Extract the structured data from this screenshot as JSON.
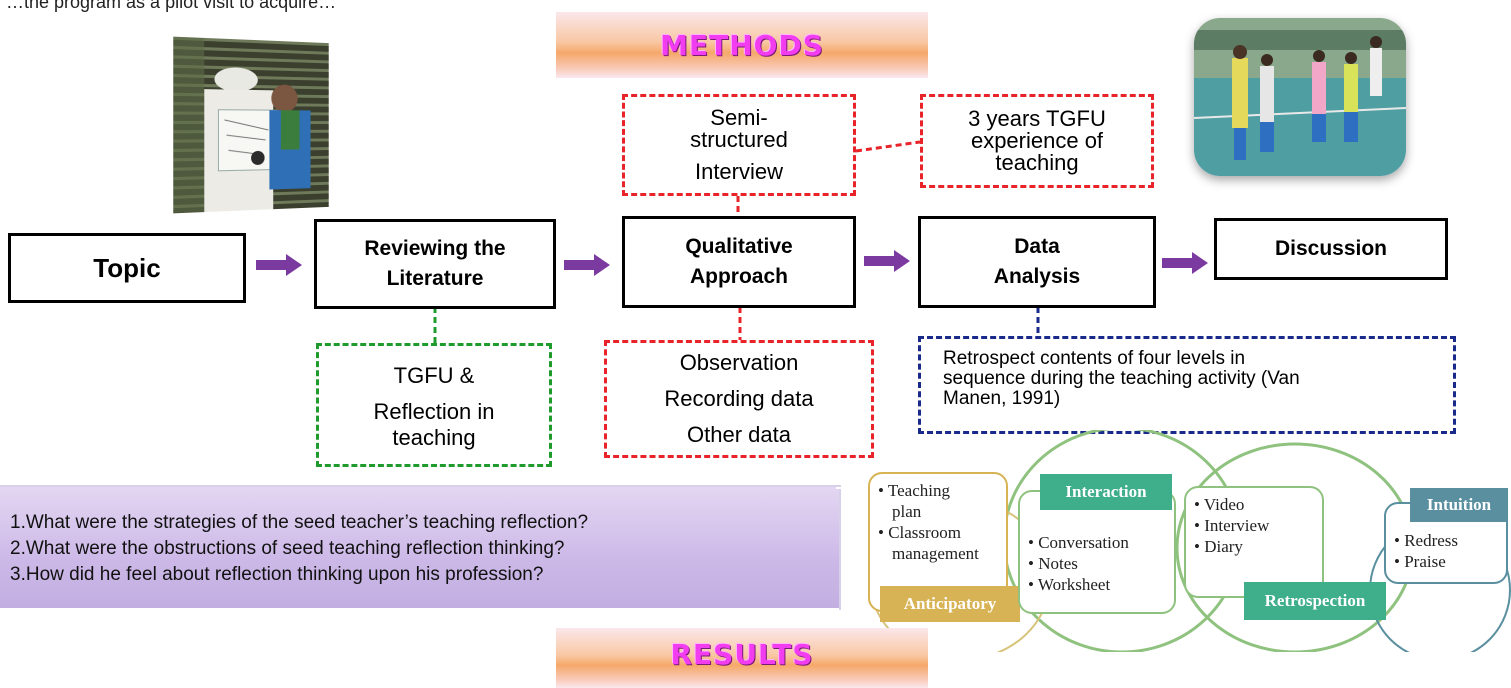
{
  "top_text": "…the program as a pilot visit to acquire…",
  "methods_title": "METHODS",
  "results_title": "RESULTS",
  "colors": {
    "banner_text": "#f23cf0",
    "red_dash": "#e8232a",
    "green_dash": "#1f9a2c",
    "navy_dash": "#1a2a8a",
    "arrow": "#7b3aa0",
    "gold": "#d8b355",
    "teal": "#3fae8a",
    "slate": "#5a8fa0"
  },
  "flow": {
    "topic": "Topic",
    "literature": {
      "line1": "Reviewing the",
      "line2": "Literature"
    },
    "qualitative": {
      "line1": "Qualitative",
      "line2": "Approach"
    },
    "analysis": {
      "line1": "Data",
      "line2": "Analysis"
    },
    "discussion": "Discussion"
  },
  "interview_box": {
    "line1": "Semi-",
    "line2": "structured",
    "line3": "Interview"
  },
  "experience_box": {
    "line1": "3 years TGFU",
    "line2": "experience of",
    "line3": "teaching"
  },
  "literature_note": {
    "line1": "TGFU &",
    "line2": "Reflection in",
    "line3": "teaching"
  },
  "data_sources": {
    "line1": "Observation",
    "line2": "Recording data",
    "line3": "Other data"
  },
  "analysis_note": {
    "line1": "Retrospect contents of four levels in",
    "line2": "sequence during the teaching activity (Van",
    "line3": "Manen, 1991)"
  },
  "research_questions": [
    "1.What were the strategies of the seed teacher’s teaching reflection?",
    "2.What were the obstructions of seed teaching reflection thinking?",
    "3.How did he feel about reflection thinking upon his profession?"
  ],
  "reflection_cycle": {
    "anticipatory": {
      "label": "Anticipatory",
      "items": [
        "Teaching",
        "plan",
        "Classroom",
        "management"
      ]
    },
    "interaction": {
      "label": "Interaction",
      "items": [
        "Conversation",
        "Notes",
        "Worksheet"
      ]
    },
    "retrospection": {
      "label": "Retrospection",
      "items": [
        "Video",
        "Interview",
        "Diary"
      ]
    },
    "intuition": {
      "label": "Intuition",
      "items": [
        "Redress",
        "Praise"
      ]
    }
  }
}
